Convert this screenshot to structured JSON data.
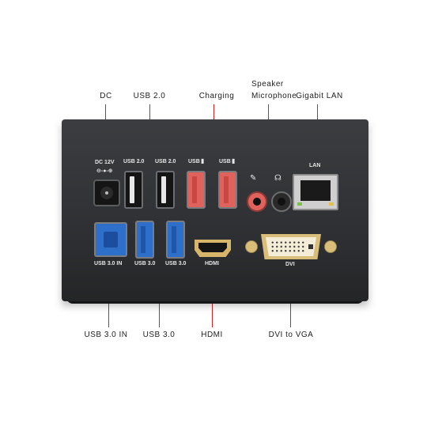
{
  "callouts": {
    "dc": "DC",
    "usb20": "USB 2.0",
    "charging": "Charging",
    "speaker": "Speaker",
    "microphone": "Microphone",
    "lan": "Gigabit  LAN",
    "usb30_in": "USB 3.0 IN",
    "usb30": "USB 3.0",
    "hdmi": "HDMI",
    "dvi_vga": "DVI to VGA"
  },
  "device_labels": {
    "dc": "DC 12V",
    "usb20_a": "USB 2.0",
    "usb20_b": "USB 2.0",
    "usb_charge_a": "USB",
    "usb_charge_b": "USB",
    "lan": "LAN",
    "usb30_in": "USB 3.0 IN",
    "usb30_a": "USB 3.0",
    "usb30_b": "USB 3.0",
    "hdmi": "HDMI",
    "dvi": "DVI"
  },
  "colors": {
    "callout_line": "#c62828",
    "dock_body": "#2f3134",
    "usb3_blue": "#2d6fc9",
    "charging_red": "#e0625d",
    "connector_gold": "#d9be7a"
  }
}
